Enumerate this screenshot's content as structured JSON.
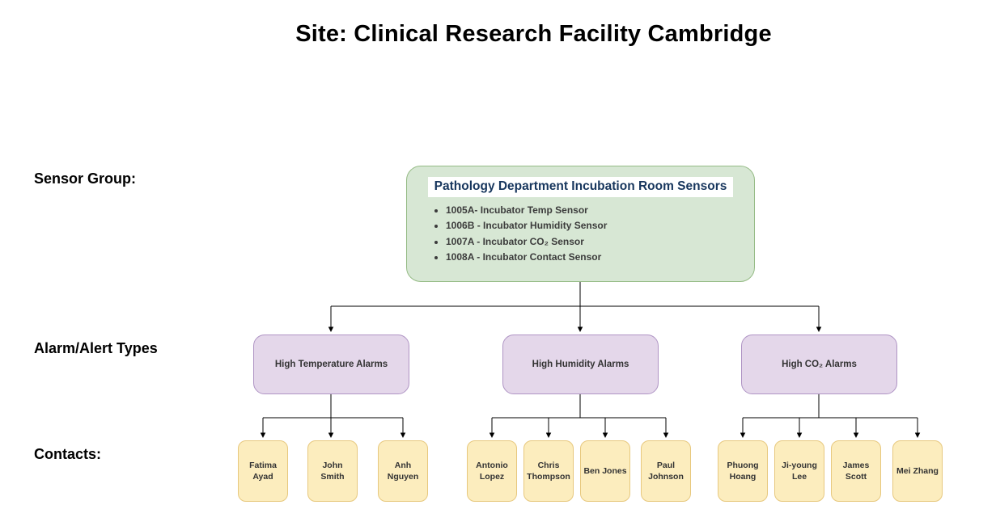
{
  "title": "Site: Clinical Research Facility Cambridge",
  "row_labels": {
    "sensor_group": "Sensor Group:",
    "alarm_types": "Alarm/Alert Types",
    "contacts": "Contacts:"
  },
  "sensor_group": {
    "title": "Pathology Department Incubation Room Sensors",
    "sensors": [
      "1005A- Incubator Temp Sensor",
      "1006B - Incubator Humidity Sensor",
      "1007A - Incubator CO₂ Sensor",
      "1008A - Incubator Contact Sensor"
    ]
  },
  "alarm_groups": [
    {
      "label": "High Temperature Alarms",
      "contacts": [
        "Fatima Ayad",
        "John Smith",
        "Anh Nguyen"
      ]
    },
    {
      "label": "High Humidity Alarms",
      "contacts": [
        "Antonio Lopez",
        "Chris Thompson",
        "Ben Jones",
        "Paul Johnson"
      ]
    },
    {
      "label": "High CO₂ Alarms",
      "contacts": [
        "Phuong Hoang",
        "Ji-young Lee",
        "James Scott",
        "Mei Zhang"
      ]
    }
  ],
  "colors": {
    "sensor_group_fill": "#D7E7D4",
    "sensor_group_border": "#95BB85",
    "alarm_fill": "#E4D7EA",
    "alarm_border": "#AF94C4",
    "contact_fill": "#FCEDBE",
    "contact_border": "#E7C87E",
    "sensor_group_title_text": "#17365D",
    "connector": "#000000"
  }
}
